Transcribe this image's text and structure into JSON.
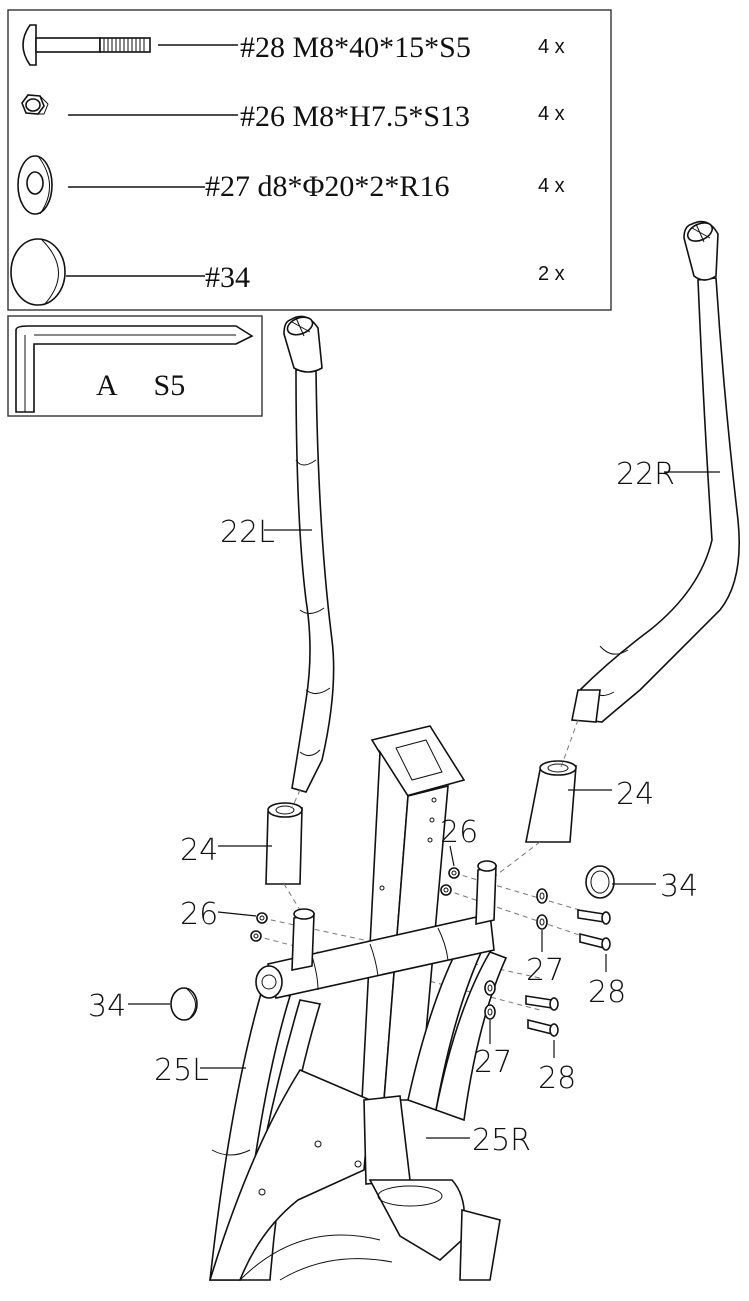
{
  "parts_box": {
    "rows": [
      {
        "spec": "#28  M8*40*15*S5",
        "qty": "4 x",
        "icon": "bolt-icon"
      },
      {
        "spec": "#26  M8*H7.5*S13",
        "qty": "4 x",
        "icon": "nut-icon"
      },
      {
        "spec": "#27  d8*Φ20*2*R16",
        "qty": "4 x",
        "icon": "washer-icon"
      },
      {
        "spec": "#34",
        "qty": "2 x",
        "icon": "end-cap-icon"
      }
    ]
  },
  "tool_box": {
    "label": "A     S5",
    "icon": "allen-key-icon"
  },
  "callouts": {
    "handlebar_left": "22L",
    "handlebar_right": "22R",
    "sleeve_left": "24",
    "sleeve_right": "24",
    "nut_left": "26",
    "nut_right": "26",
    "cap_left": "34",
    "cap_right": "34",
    "washer_upper": "27",
    "washer_lower": "27",
    "bolt_upper": "28",
    "bolt_lower": "28",
    "lower_arm_left": "25L",
    "lower_arm_right": "25R"
  }
}
